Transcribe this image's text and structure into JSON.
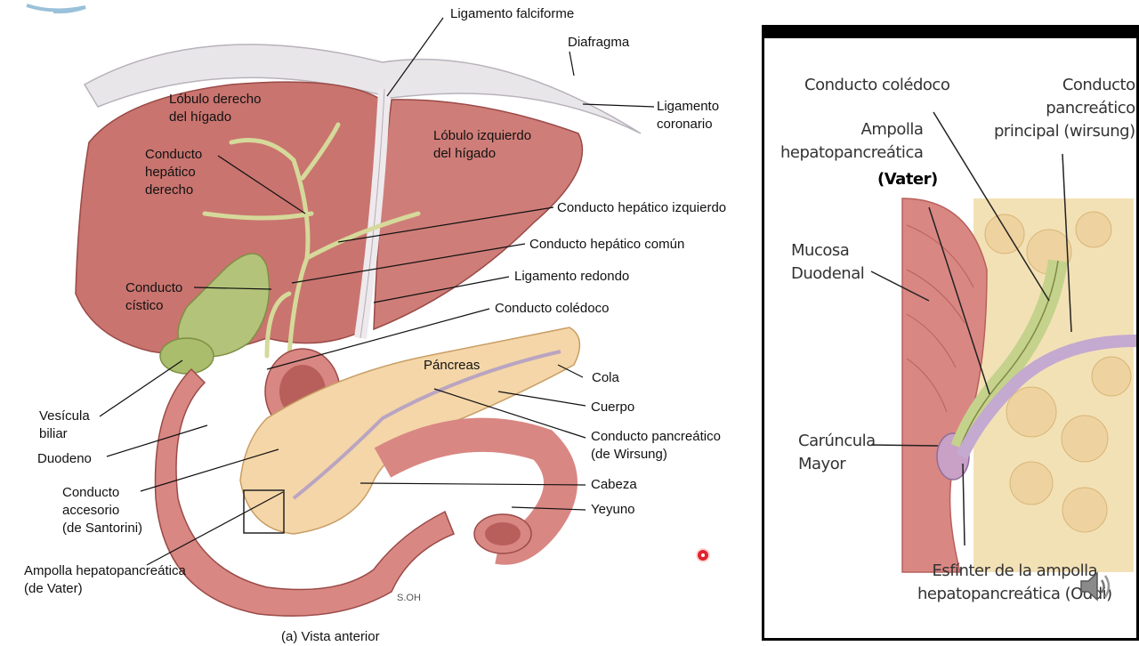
{
  "left": {
    "labels": {
      "ligamento_falciforme": "Ligamento falciforme",
      "diafragma": "Diafragma",
      "ligamento_coronario": "Ligamento\ncoronario",
      "lobulo_derecho": "Lóbulo derecho\ndel hígado",
      "lobulo_izquierdo": "Lóbulo izquierdo\ndel hígado",
      "conducto_hepatico_derecho": "Conducto\nhepático\nderecho",
      "conducto_hepatico_izquierdo": "Conducto hepático izquierdo",
      "conducto_hepatico_comun": "Conducto hepático común",
      "ligamento_redondo": "Ligamento redondo",
      "conducto_cistico": "Conducto\ncístico",
      "conducto_coledoco": "Conducto colédoco",
      "pancreas": "Páncreas",
      "cola": "Cola",
      "cuerpo": "Cuerpo",
      "conducto_pancreatico": "Conducto pancreático\n(de Wirsung)",
      "vesicula_biliar": "Vesícula\nbiliar",
      "duodeno": "Duodeno",
      "conducto_accesorio": "Conducto\naccesorio\n(de Santorini)",
      "cabeza": "Cabeza",
      "yeyuno": "Yeyuno",
      "ampolla": "Ampolla hepatopancreática\n(de Vater)",
      "vista": "(a) Vista anterior",
      "signature": "S.OH"
    }
  },
  "right": {
    "labels": {
      "conducto_coledoco": "Conducto colédoco",
      "conducto_pancreatico_principal": "Conducto\npancreático\nprincipal (wirsung)",
      "ampolla": "Ampolla\nhepatopancreática",
      "vater": "(Vater)",
      "mucosa": "Mucosa\nDuodenal",
      "caruncula": "Carúncula\nMayor",
      "esfinter": "Esfínter de la ampolla\nhepatopancreática (Oddi)"
    }
  },
  "colors": {
    "liver": "#c9746f",
    "liver_dark": "#a9524e",
    "gallbladder": "#b9c97d",
    "duct": "#d7dca0",
    "pancreas": "#f4d6a8",
    "duodenum": "#d98783",
    "diaphragm": "#e7e3e6",
    "record": "#e0242e"
  },
  "icons": [
    "record-indicator-icon",
    "speaker-icon"
  ]
}
